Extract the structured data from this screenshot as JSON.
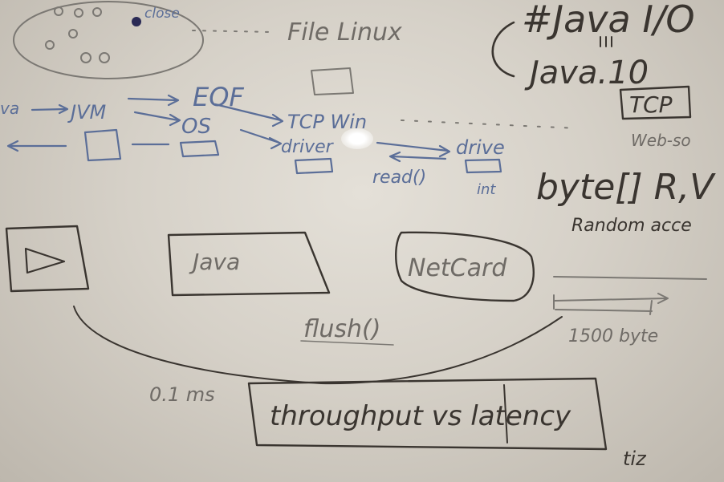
{
  "whiteboard": {
    "top_left": {
      "close_label": "close",
      "file_label": "File Linux"
    },
    "flow": {
      "va_label": "va",
      "jvm_label": "JVM",
      "os_label": "OS",
      "eof_label": "EOF",
      "tcp_win_label": "TCP Win",
      "driver_left_label": "driver",
      "driver_right_label": "drive",
      "read_label": "read()",
      "int_label": "int"
    },
    "right_notes": {
      "hash_java_label": "#Java I/O",
      "java10_label": "Java.10",
      "tcp_box_label": "TCP",
      "websocket_label": "Web-so",
      "bytes_label": "byte[] R,V",
      "random_access_label": "Random acce"
    },
    "middle_boxes": {
      "java_box_label": "Java",
      "netcard_box_label": "NetCard",
      "flush_label": "flush()",
      "packet_size_label": "1500 byte"
    },
    "bottom": {
      "small_number_label": "0.1 ms",
      "throughput_label": "throughput vs latency",
      "trailing_label": "tiz"
    }
  },
  "colors": {
    "marker_blue": "#5b6e98",
    "marker_grey": "#7b7873",
    "marker_dark": "#3a3530",
    "board": "#d6d1c8"
  }
}
